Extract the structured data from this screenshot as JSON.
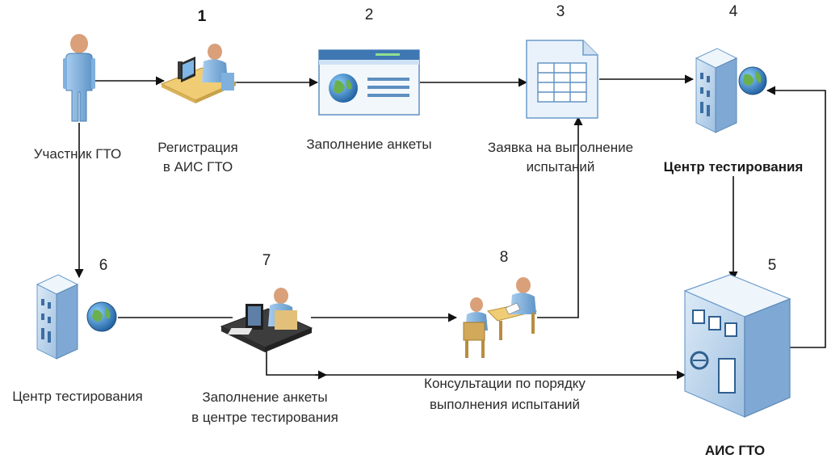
{
  "nodes": {
    "participant": {
      "label": "Участник ГТО",
      "icon": "person-icon"
    },
    "registration": {
      "num": "1",
      "label_line1": "Регистрация",
      "label_line2": "в АИС ГТО",
      "icon": "computer-user-icon"
    },
    "questionnaire": {
      "num": "2",
      "label": "Заполнение анкеты",
      "icon": "web-form-icon"
    },
    "application": {
      "num": "3",
      "label_line1": "Заявка на выполнение",
      "label_line2": "испытаний",
      "icon": "spreadsheet-document-icon"
    },
    "testing_center_top": {
      "num": "4",
      "label": "Центр тестирования",
      "icon": "building-globe-icon"
    },
    "ais_gto": {
      "num": "5",
      "label": "АИС ГТО",
      "icon": "datacenter-server-icon"
    },
    "testing_center_left": {
      "num": "6",
      "label": "Центр тестирования",
      "icon": "building-globe-icon"
    },
    "questionnaire_center": {
      "num": "7",
      "label_line1": "Заполнение анкеты",
      "label_line2": "в центре тестирования",
      "icon": "workstation-user-icon"
    },
    "consultation": {
      "num": "8",
      "label_line1": "Консультации по порядку",
      "label_line2": "выполнения испытаний",
      "icon": "meeting-icon"
    }
  },
  "colors": {
    "arrow": "#111111",
    "icon_blue": "#6fa8dc",
    "icon_dark": "#2f5f8f",
    "desk": "#e8c16a",
    "globe": "#2e7bbf"
  }
}
